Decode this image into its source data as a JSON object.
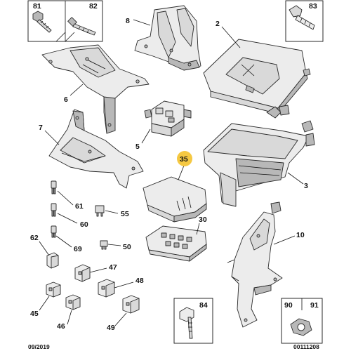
{
  "diagram": {
    "callouts": [
      {
        "id": "81",
        "label": "81"
      },
      {
        "id": "82",
        "label": "82"
      },
      {
        "id": "83",
        "label": "83"
      },
      {
        "id": "8",
        "label": "8"
      },
      {
        "id": "2",
        "label": "2"
      },
      {
        "id": "6",
        "label": "6"
      },
      {
        "id": "5",
        "label": "5"
      },
      {
        "id": "7",
        "label": "7"
      },
      {
        "id": "35",
        "label": "35",
        "highlighted": true
      },
      {
        "id": "3",
        "label": "3"
      },
      {
        "id": "61",
        "label": "61"
      },
      {
        "id": "55",
        "label": "55"
      },
      {
        "id": "60",
        "label": "60"
      },
      {
        "id": "30",
        "label": "30"
      },
      {
        "id": "62",
        "label": "62"
      },
      {
        "id": "69",
        "label": "69"
      },
      {
        "id": "50",
        "label": "50"
      },
      {
        "id": "10",
        "label": "10"
      },
      {
        "id": "47",
        "label": "47"
      },
      {
        "id": "48",
        "label": "48"
      },
      {
        "id": "45",
        "label": "45"
      },
      {
        "id": "46",
        "label": "46"
      },
      {
        "id": "49",
        "label": "49"
      },
      {
        "id": "84",
        "label": "84"
      },
      {
        "id": "90",
        "label": "90"
      },
      {
        "id": "91",
        "label": "91"
      }
    ],
    "footer": {
      "date": "09/2019",
      "reference": "00111208"
    },
    "highlight_color": "#f5c842"
  }
}
